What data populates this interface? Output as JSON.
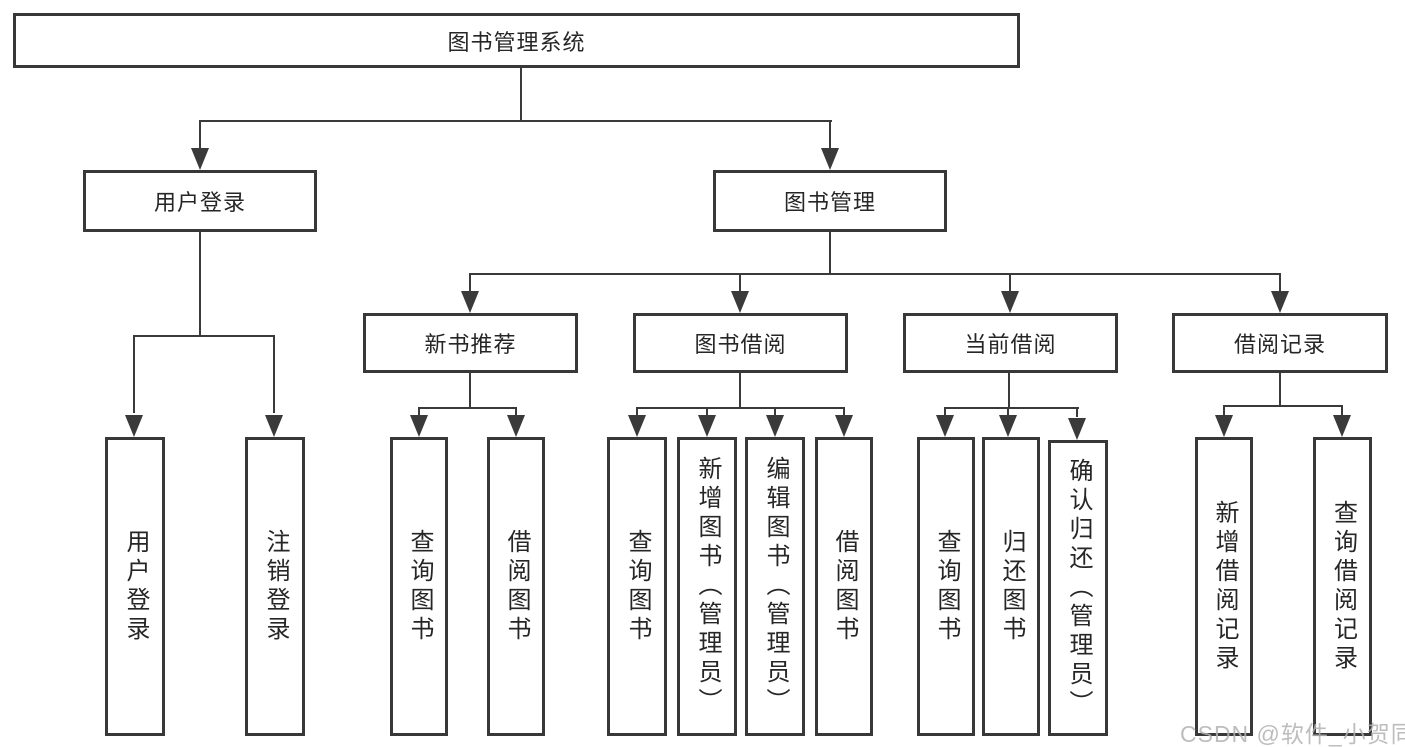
{
  "colors": {
    "background": "#ffffff",
    "line": "#3a3a3a",
    "box_border": "#383838",
    "text": "#262626",
    "watermark": "#b2b2b2"
  },
  "watermark": {
    "text": "CSDN @软件_小贺同学"
  },
  "tree": {
    "root": {
      "label": "图书管理系统"
    },
    "branches": [
      {
        "label": "用户登录",
        "children": [
          {
            "label": "用户登录"
          },
          {
            "label": "注销登录"
          }
        ]
      },
      {
        "label": "图书管理",
        "children": [
          {
            "label": "新书推荐",
            "children": [
              {
                "label": "查询图书"
              },
              {
                "label": "借阅图书"
              }
            ]
          },
          {
            "label": "图书借阅",
            "children": [
              {
                "label": "查询图书"
              },
              {
                "label": "新增图书（管理员）"
              },
              {
                "label": "编辑图书（管理员）"
              },
              {
                "label": "借阅图书"
              }
            ]
          },
          {
            "label": "当前借阅",
            "children": [
              {
                "label": "查询图书"
              },
              {
                "label": "归还图书"
              },
              {
                "label": "确认归还（管理员）"
              }
            ]
          },
          {
            "label": "借阅记录",
            "children": [
              {
                "label": "新增借阅记录"
              },
              {
                "label": "查询借阅记录"
              }
            ]
          }
        ]
      }
    ]
  }
}
